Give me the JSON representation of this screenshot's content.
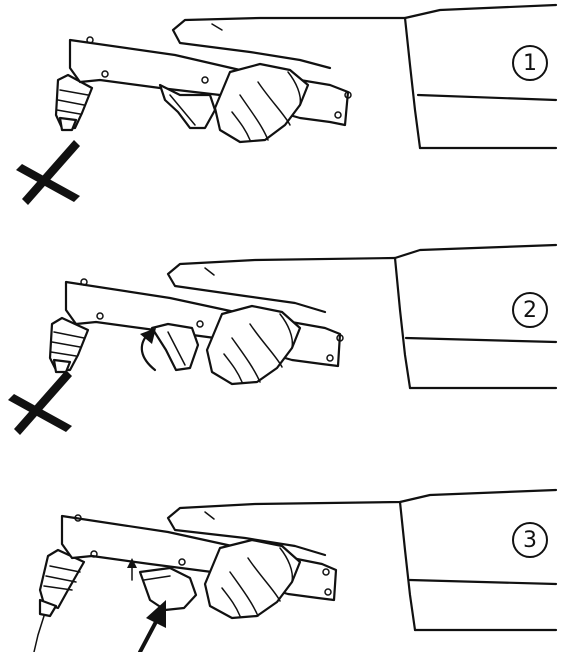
{
  "steps": [
    {
      "label": "1",
      "depicts": "trigger-released",
      "crossed_out": true,
      "press_arrow": false
    },
    {
      "label": "2",
      "depicts": "safety-lever-lifted",
      "crossed_out": true,
      "press_arrow": false
    },
    {
      "label": "3",
      "depicts": "trigger-pressed",
      "crossed_out": false,
      "press_arrow": true
    }
  ],
  "colors": {
    "ink": "#111111",
    "background": "#ffffff"
  }
}
